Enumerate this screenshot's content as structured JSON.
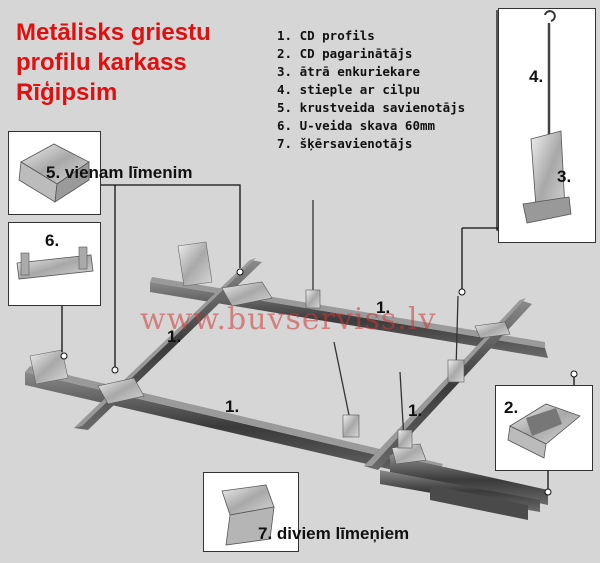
{
  "title": {
    "line1": "Metālisks griestu",
    "line2": "profilu karkass",
    "line3": "Rīģipsim"
  },
  "legend": [
    "1. CD profils",
    "2. CD pagarinātājs",
    "3. ātrā enkuriekare",
    "4. stieple ar cilpu",
    "5. krustveida savienotājs",
    "6. U-veida skava 60mm",
    "7. šķērsavienotājs"
  ],
  "labels": {
    "one": "1.",
    "two": "2.",
    "three": "3.",
    "four": "4.",
    "six": "6.",
    "single_level": "5. vienam līmenim",
    "double_level": "7. diviem līmeņiem"
  },
  "watermark": "www.buvserviss.lv",
  "colors": {
    "title": "#e01010",
    "background": "#d6d6d6",
    "watermark": "#cd3737"
  }
}
